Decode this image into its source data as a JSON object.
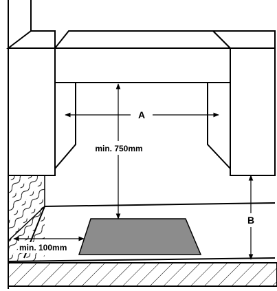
{
  "diagram": {
    "labels": {
      "a": "A",
      "b": "B",
      "min_height": "min. 750mm",
      "min_side": "min. 100mm"
    },
    "colors": {
      "stroke": "#000000",
      "hob": "#8c8c8c",
      "hatch": "#000000",
      "background": "#ffffff"
    }
  }
}
